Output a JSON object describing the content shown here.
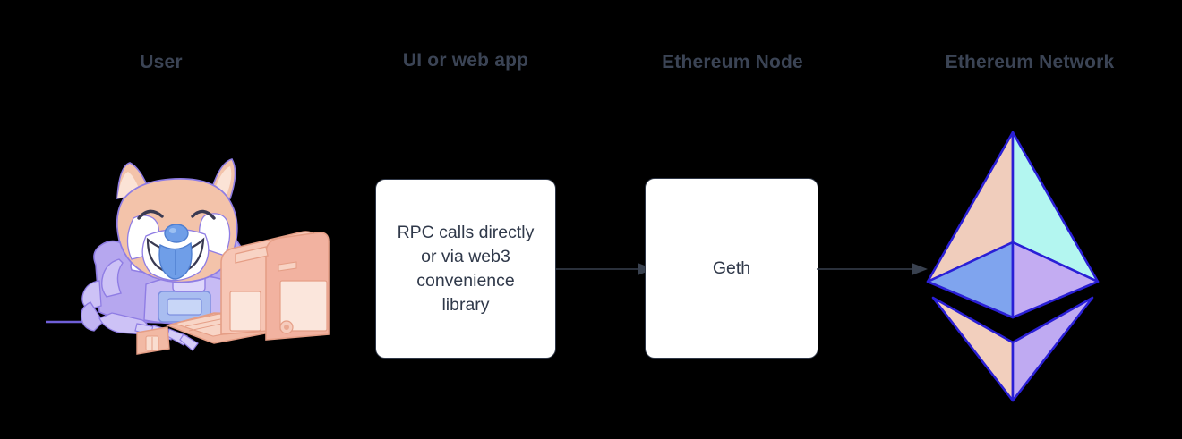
{
  "diagram": {
    "title": "Ethereum client architecture flow",
    "background_color": "#000000",
    "header_color": "#3b4455",
    "line_color": "#2f3747",
    "columns": [
      {
        "id": "user",
        "label": "User"
      },
      {
        "id": "ui",
        "label": "UI or web app"
      },
      {
        "id": "node",
        "label": "Ethereum Node"
      },
      {
        "id": "network",
        "label": "Ethereum Network"
      }
    ],
    "nodes": [
      {
        "id": "shiba",
        "type": "illustration",
        "icon": "shiba-inu-at-computer-icon",
        "description": "Smiling Shiba Inu wearing a purple spacesuit typing at a retro peach computer",
        "column": "user"
      },
      {
        "id": "rpc",
        "type": "process-box",
        "label": "RPC calls directly\nor via web3\nconvenience\nlibrary",
        "column": "ui",
        "fill": "#ffffff",
        "border": "#2f3747"
      },
      {
        "id": "geth",
        "type": "process-box",
        "label": "Geth",
        "column": "node",
        "fill": "#ffffff",
        "border": "#2f3747"
      },
      {
        "id": "eth-logo",
        "type": "illustration",
        "icon": "ethereum-diamond-icon",
        "description": "Ethereum diamond logo in pastel peach, cyan, blue and lavender facets",
        "column": "network"
      }
    ],
    "connectors": [
      {
        "id": "rpc-to-geth",
        "from": "rpc",
        "to": "geth",
        "icon": "arrow-right-icon",
        "color": "#39414f"
      },
      {
        "id": "geth-to-network",
        "from": "geth",
        "to": "eth-logo",
        "icon": "arrow-right-icon",
        "color": "#39414f"
      }
    ],
    "palette": {
      "eth_outline": "#2a1fd6",
      "eth_top_left": "#f0cdbc",
      "eth_top_right": "#b3f6f0",
      "eth_mid_left": "#7fa4ee",
      "eth_mid_right": "#c3acf2",
      "eth_bottom_left": "#f2cfbd",
      "eth_bottom_right": "#bfaaf2",
      "shiba_fur": "#f3c3aa",
      "shiba_suit": "#b6a7ef",
      "shiba_tongue": "#6f9ee8",
      "computer_body": "#f2b9a4"
    }
  }
}
